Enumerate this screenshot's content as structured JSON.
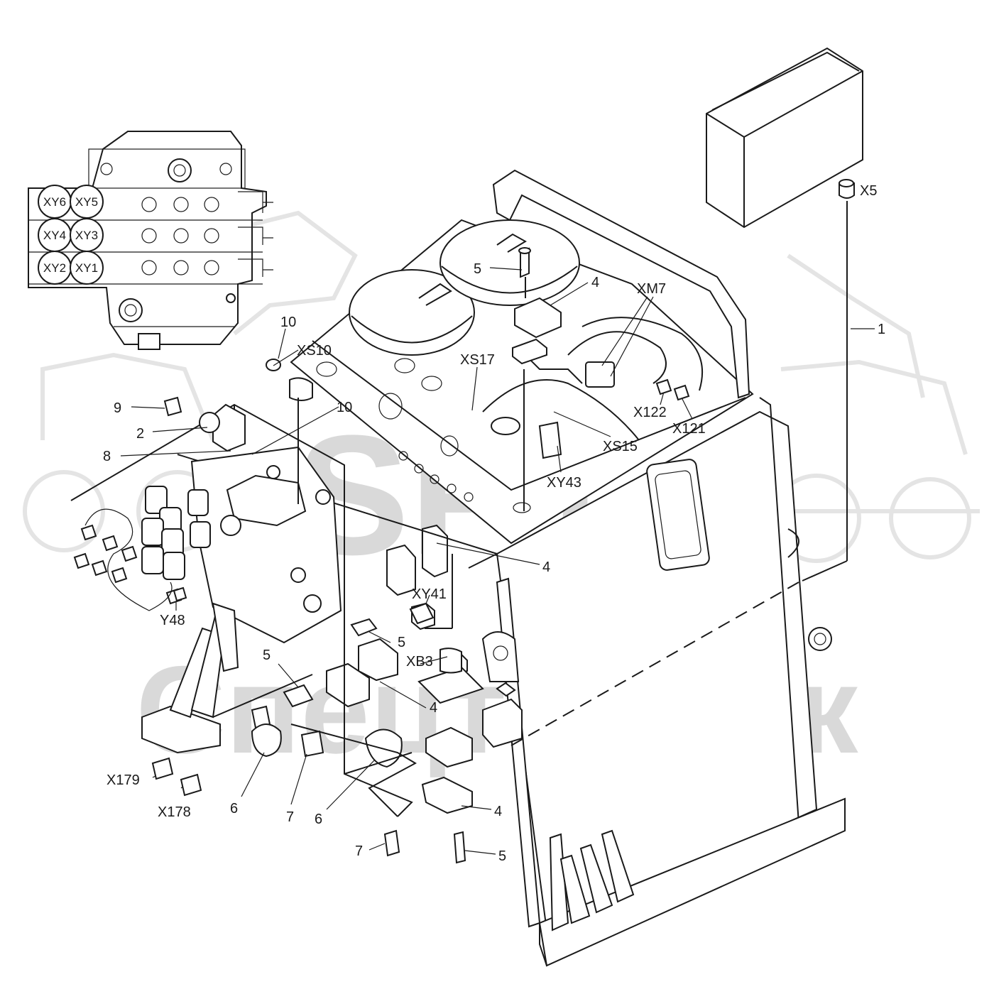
{
  "watermark": {
    "top_text": "SPT",
    "bottom_text": "СпецторТек"
  },
  "valve_coils": [
    "XY6",
    "XY5",
    "XY4",
    "XY3",
    "XY2",
    "XY1"
  ],
  "callouts": {
    "c_1": "1",
    "c_2": "2",
    "c_4a": "4",
    "c_4b": "4",
    "c_4c": "4",
    "c_4d": "4",
    "c_5a": "5",
    "c_5b": "5",
    "c_5c": "5",
    "c_5d": "5",
    "c_6a": "6",
    "c_6b": "6",
    "c_7a": "7",
    "c_7b": "7",
    "c_8": "8",
    "c_9": "9",
    "c_10a": "10",
    "c_10b": "10"
  },
  "connectors": {
    "X5": "X5",
    "XM7": "XM7",
    "XS10": "XS10",
    "XS17": "XS17",
    "XS15": "XS15",
    "X122": "X122",
    "X121": "X121",
    "XY43": "XY43",
    "XY41": "XY41",
    "XB3": "XB3",
    "Y48": "Y48",
    "X179": "X179",
    "X178": "X178"
  }
}
